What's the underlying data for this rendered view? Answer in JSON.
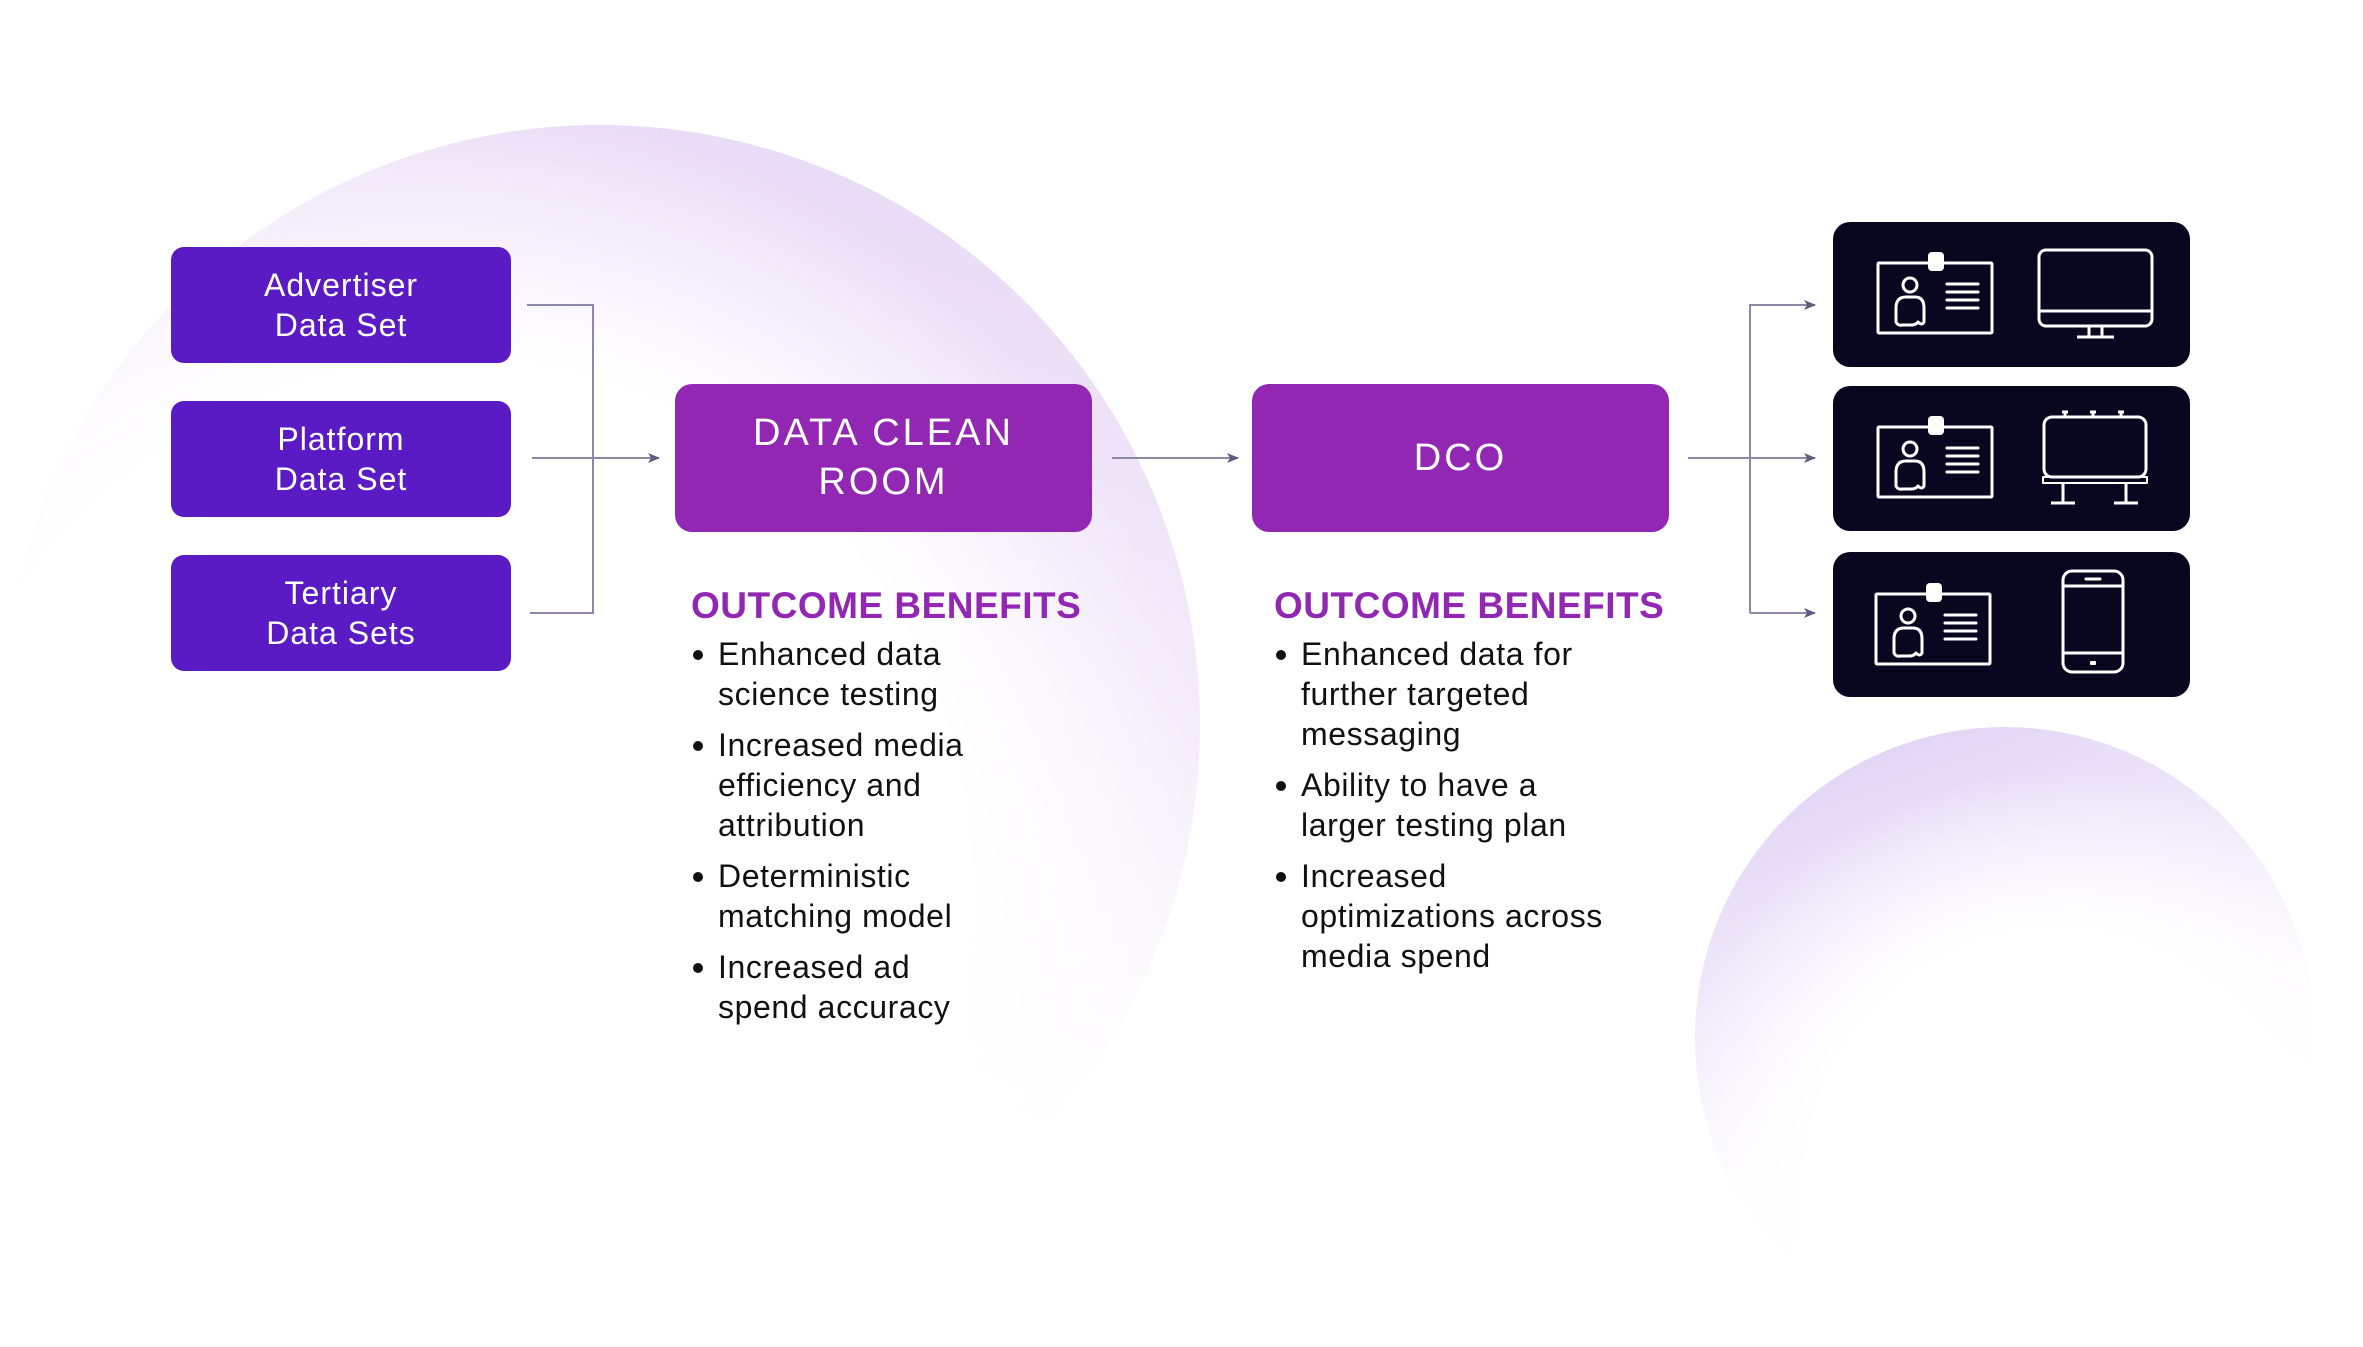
{
  "colors": {
    "source_box": "#5a1ac4",
    "stage_box": "#9127b3",
    "output_box": "#070720",
    "heading": "#9127b3",
    "connector": "#8a8aa6",
    "arrowhead": "#5c5c80",
    "body_text": "#111111"
  },
  "sources": [
    {
      "lines": [
        "Advertiser",
        "Data Set"
      ]
    },
    {
      "lines": [
        "Platform",
        "Data Set"
      ]
    },
    {
      "lines": [
        "Tertiary",
        "Data Sets"
      ]
    }
  ],
  "stages": [
    {
      "id": "data-clean-room",
      "lines": [
        "DATA CLEAN",
        "ROOM"
      ],
      "benefits_heading": "OUTCOME BENEFITS",
      "benefits": [
        [
          "Enhanced data",
          "science testing"
        ],
        [
          "Increased media",
          "efficiency and",
          "attribution"
        ],
        [
          "Deterministic",
          "matching model"
        ],
        [
          "Increased ad",
          "spend accuracy"
        ]
      ]
    },
    {
      "id": "dco",
      "lines": [
        "DCO"
      ],
      "benefits_heading": "OUTCOME BENEFITS",
      "benefits": [
        [
          "Enhanced data for",
          "further targeted",
          "messaging"
        ],
        [
          "Ability to have a",
          "larger testing plan"
        ],
        [
          "Increased",
          "optimizations across",
          "media spend"
        ]
      ]
    }
  ],
  "outputs": [
    {
      "icons": [
        "id-card-icon",
        "desktop-monitor-icon"
      ]
    },
    {
      "icons": [
        "id-card-icon",
        "billboard-icon"
      ]
    },
    {
      "icons": [
        "id-card-icon",
        "smartphone-icon"
      ]
    }
  ]
}
